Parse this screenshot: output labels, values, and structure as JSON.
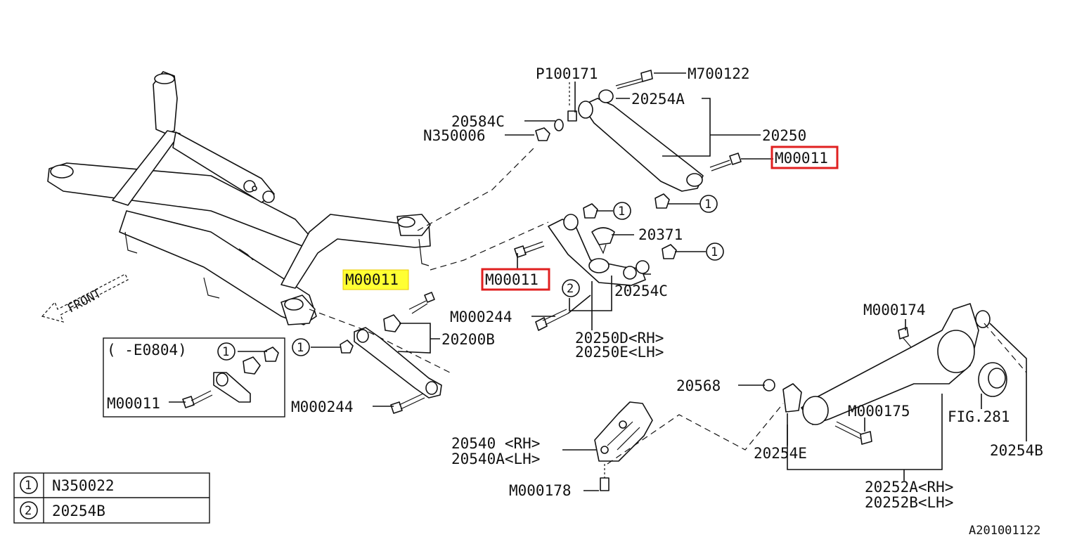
{
  "diagram": {
    "labels": {
      "p100171": "P100171",
      "m700122": "M700122",
      "a20254": "20254A",
      "c20584": "20584C",
      "n350006": "N350006",
      "p20250": "20250",
      "m00011_top": "M00011",
      "c20371": "20371",
      "c20254": "20254C",
      "m00011_hl_yellow": "M00011",
      "m00011_mid_red": "M00011",
      "m000244_mid": "M000244",
      "d20250": "20250D<RH>",
      "e20250": "20250E<LH>",
      "b20200": "20200B",
      "m000244_low": "M000244",
      "m000174": "M000174",
      "p20568": "20568",
      "m000175": "M000175",
      "fig281": "FIG.281",
      "rh20540": "20540 <RH>",
      "lh20540a": "20540A<LH>",
      "e20254": "20254E",
      "b20254": "20254B",
      "m000178": "M000178",
      "rh20252a": "20252A<RH>",
      "lh20252b": "20252B<LH>",
      "inset_range": "(  -E0804)",
      "inset_m00011": "M00011",
      "front": "FRONT",
      "ref_code": "A201001122"
    },
    "callouts": {
      "one": "1",
      "two": "2"
    },
    "legend": [
      {
        "symbol": "1",
        "part": "N350022"
      },
      {
        "symbol": "2",
        "part": "20254B"
      }
    ]
  }
}
